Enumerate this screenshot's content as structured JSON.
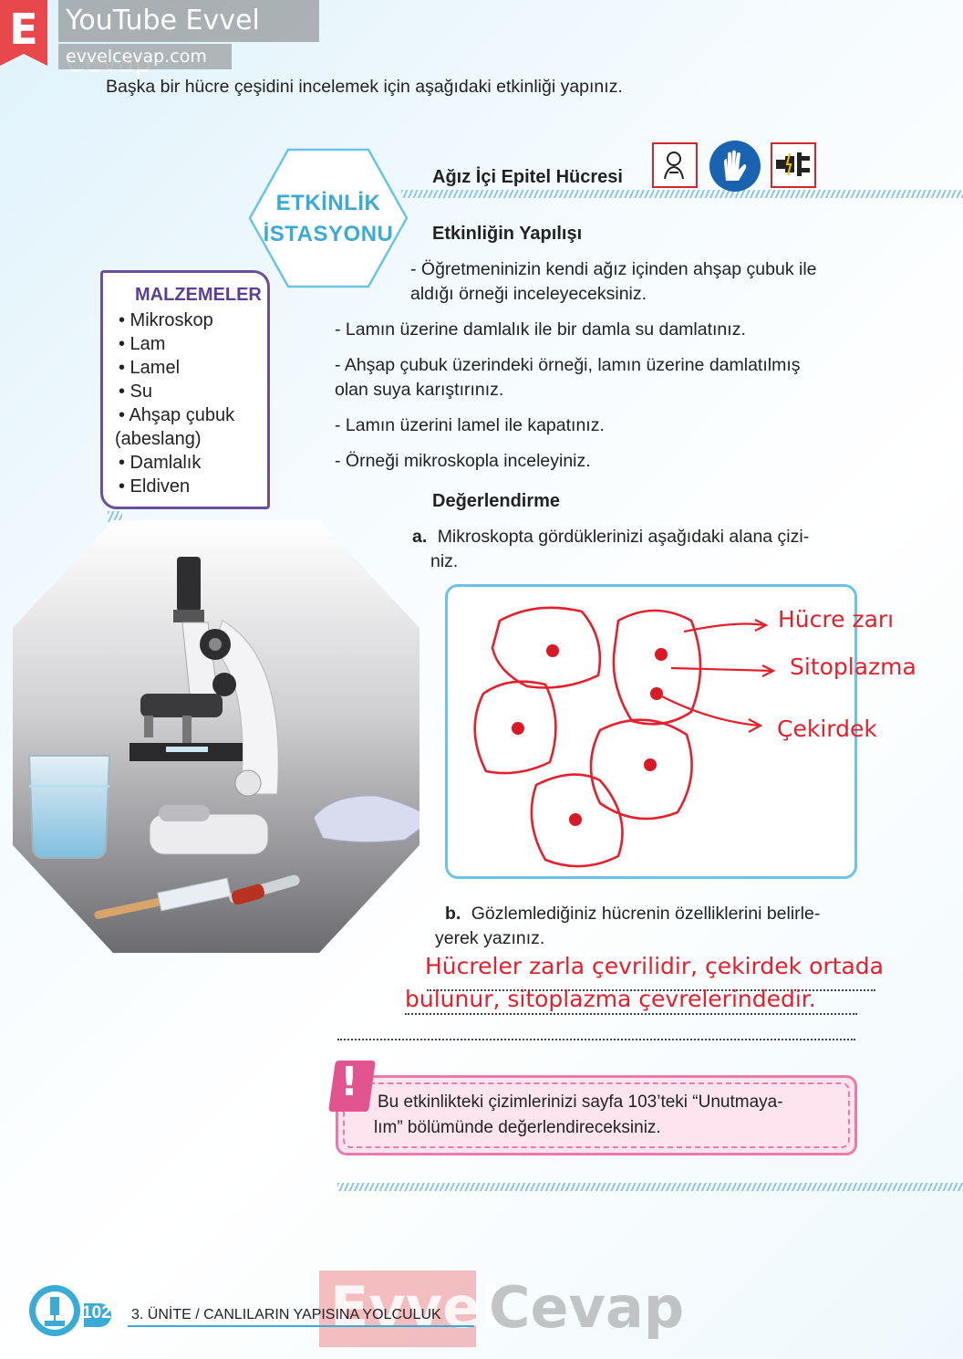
{
  "watermark": {
    "logo_letter": "E",
    "brand": "YouTube Evvel Cevap",
    "site": "evvelcevap.com",
    "bottom_left": "Evvel",
    "bottom_right": "Cevap"
  },
  "intro": "Başka bir hücre çeşidini incelemek için aşağıdaki etkinliği yapınız.",
  "station": {
    "line1": "ETKİNLİK",
    "line2": "İSTASYONU"
  },
  "activity_title": "Ağız İçi Epitel Hücresi",
  "safety_icons": [
    "doctor-warning-icon",
    "gloves-icon",
    "electric-plug-icon"
  ],
  "procedure": {
    "heading": "Etkinliğin Yapılışı",
    "steps": [
      "- Öğretmeninizin kendi ağız içinden ahşap çubuk ile",
      "aldığı örneği inceleyeceksiniz.",
      "- Lamın üzerine damlalık ile bir damla su damlatınız.",
      "- Ahşap çubuk üzerindeki örneği, lamın üzerine damlatılmış",
      "olan suya karıştırınız.",
      "- Lamın üzerini lamel ile kapatınız.",
      "- Örneği mikroskopla inceleyiniz."
    ]
  },
  "materials": {
    "title": "MALZEMELER",
    "items": [
      "• Mikroskop",
      "• Lam",
      "• Lamel",
      "• Su",
      "• Ahşap çubuk",
      "(abeslang)",
      "• Damlalık",
      "• Eldiven"
    ]
  },
  "evaluation": {
    "heading": "Değerlendirme",
    "a_label": "a.",
    "a_text_1": "Mikroskopta gördüklerinizi aşağıdaki alana çizi-",
    "a_text_2": "niz.",
    "drawing_labels": [
      "Hücre zarı",
      "Sitoplazma",
      "Çekirdek"
    ],
    "b_label": "b.",
    "b_text_1": "Gözlemlediğiniz hücrenin özelliklerini belirle-",
    "b_text_2": "yerek yazınız.",
    "answer_1": "Hücreler zarla çevrilidir, çekirdek ortada",
    "answer_2": "bulunur, sitoplazma çevrelerindedir."
  },
  "note": {
    "mark": "!",
    "line1": "Bu etkinlikteki çizimlerinizi sayfa 103’teki “Unutmaya-",
    "line2": "lım” bölümünde değerlendireceksiniz."
  },
  "footer": {
    "page": "102",
    "unit": "3. ÜNİTE / CANLILARIN YAPISINA YOLCULUK"
  },
  "colors": {
    "accent_blue": "#3aaad6",
    "materials_purple": "#5a3f95",
    "handwriting_red": "#e5202c",
    "note_pink": "#e97aab"
  }
}
